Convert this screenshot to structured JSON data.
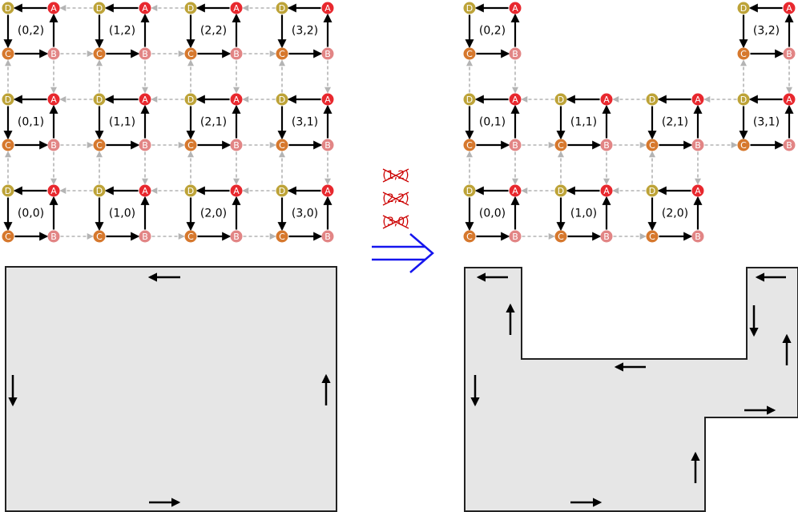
{
  "colors": {
    "A": "#e8282e",
    "B": "#e28585",
    "C": "#d6782d",
    "D": "#bda338",
    "solid_edge": "#000000",
    "dashed_edge": "#b4b4b4",
    "region_fill": "#e6e6e6",
    "region_stroke": "#222222",
    "arrow_accent": "#1515ee",
    "strike": "#cc0000"
  },
  "node_letters": [
    "A",
    "B",
    "C",
    "D"
  ],
  "left_grid": {
    "cells": [
      "(0,2)",
      "(1,2)",
      "(2,2)",
      "(3,2)",
      "(0,1)",
      "(1,1)",
      "(2,1)",
      "(3,1)",
      "(0,0)",
      "(1,0)",
      "(2,0)",
      "(3,0)"
    ]
  },
  "right_grid": {
    "cells": [
      "(0,2)",
      "(3,2)",
      "(0,1)",
      "(1,1)",
      "(2,1)",
      "(3,1)",
      "(0,0)",
      "(1,0)",
      "(2,0)"
    ]
  },
  "removed_cells": [
    "(1,2)",
    "(2,2)",
    "(3,0)"
  ],
  "transform_arrow_icon": "double-arrow-right-icon"
}
